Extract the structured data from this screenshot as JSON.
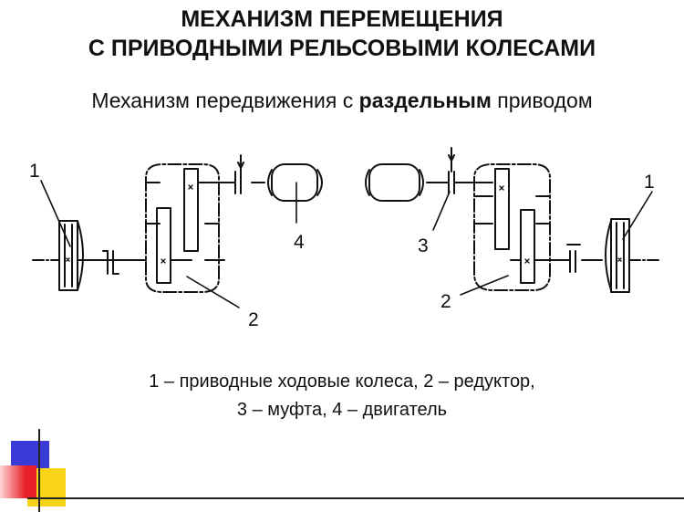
{
  "title": {
    "line1": "МЕХАНИЗМ ПЕРЕМЕЩЕНИЯ",
    "line2": "С ПРИВОДНЫМИ РЕЛЬСОВЫМИ КОЛЕСАМИ"
  },
  "subtitle": {
    "prefix": "Механизм передвижения с ",
    "bold": "раздельным",
    "suffix": " приводом"
  },
  "diagram": {
    "labels": {
      "left_wheel": "1",
      "left_reducer": "2",
      "left_motor": "4",
      "right_coupling": "3",
      "right_reducer": "2",
      "right_wheel": "1"
    }
  },
  "legend": {
    "line1": "1 – приводные ходовые колеса, 2 – редуктор,",
    "line2": "3 – муфта, 4 – двигатель"
  },
  "colors": {
    "deco_blue": "#3a3ad6",
    "deco_red": "#e8202a",
    "deco_yellow": "#f7d417"
  }
}
